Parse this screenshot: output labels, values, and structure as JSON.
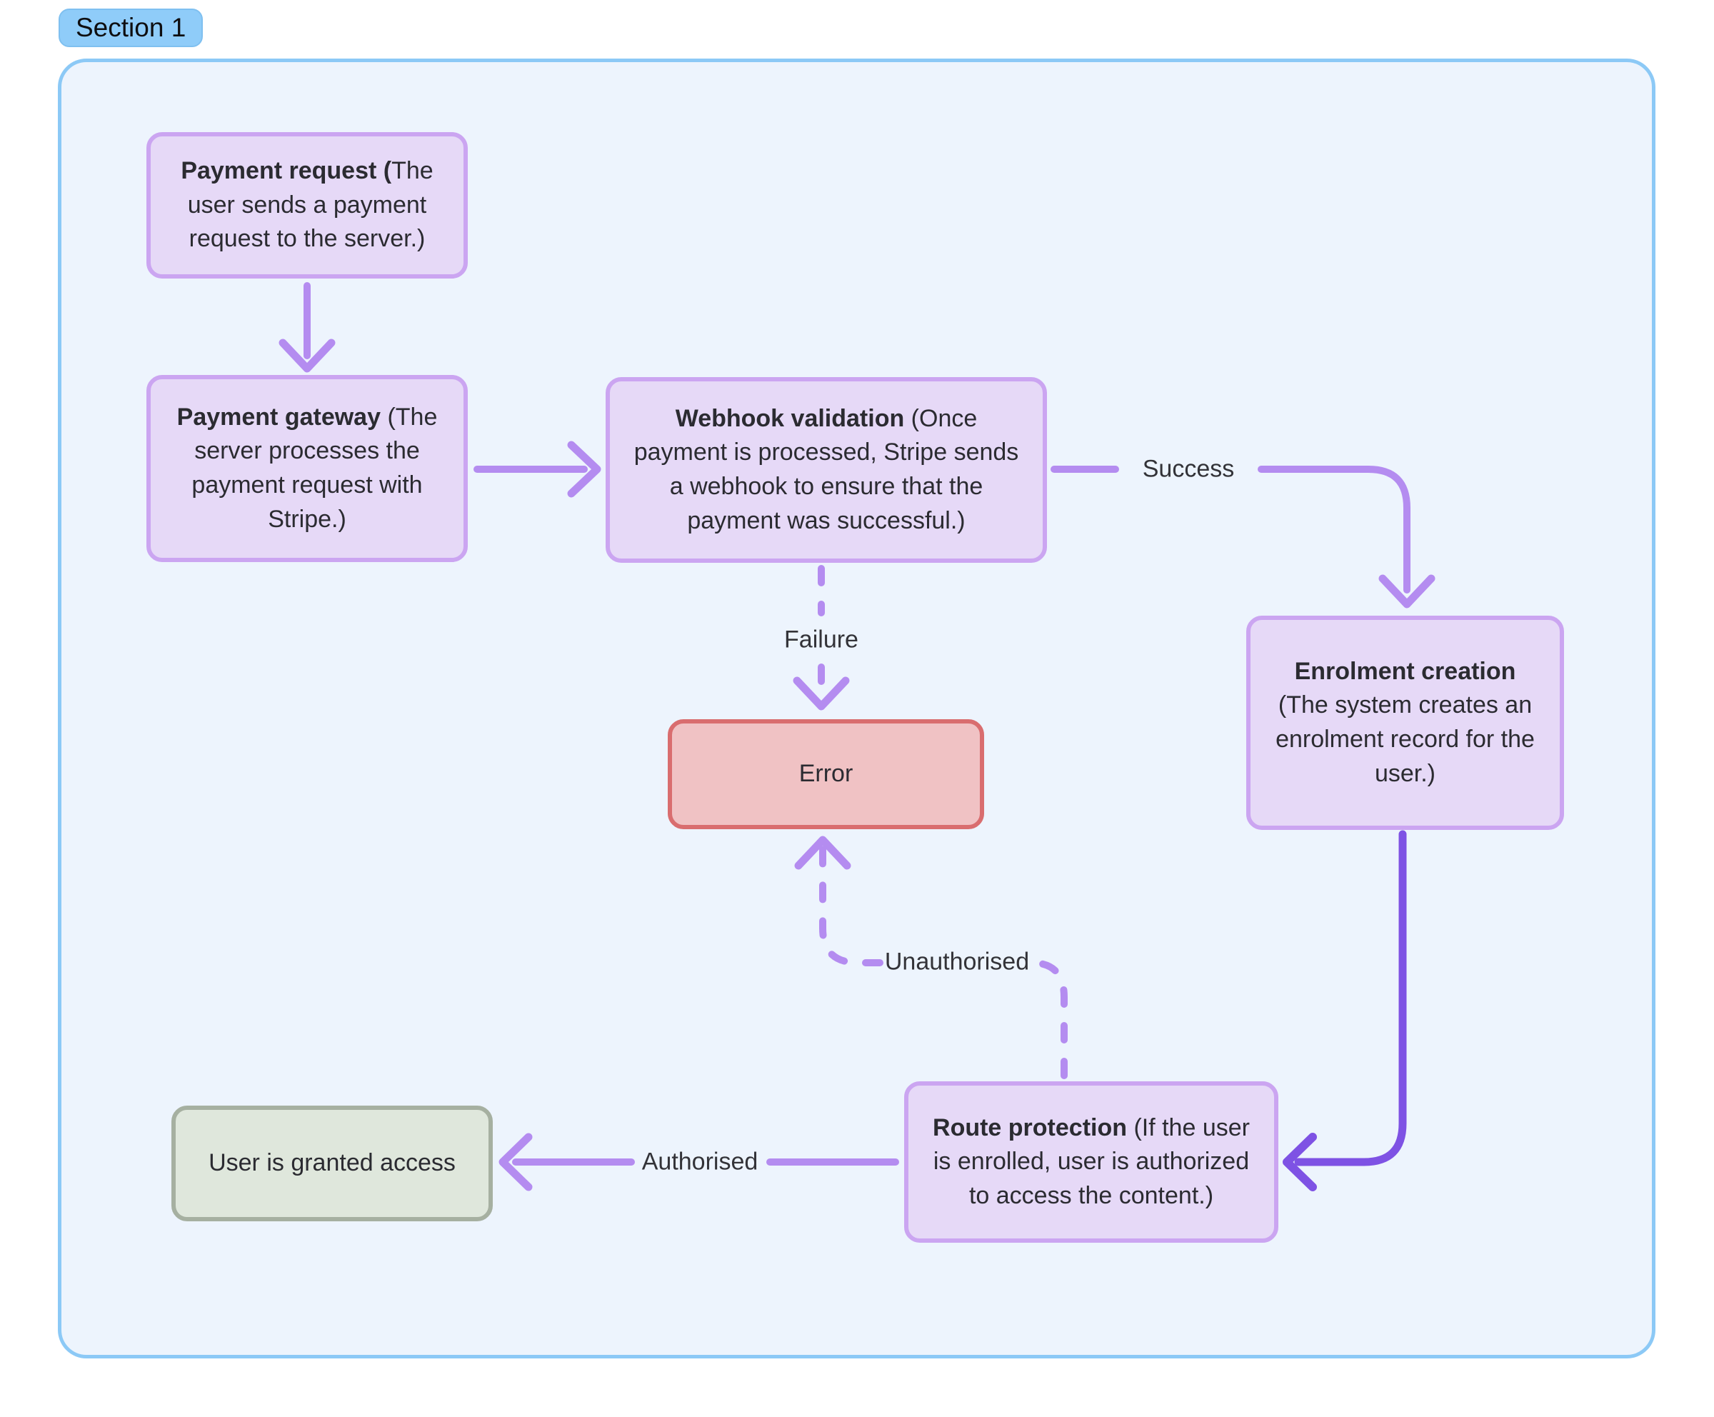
{
  "section": {
    "label": "Section 1"
  },
  "nodes": {
    "payment_request": {
      "bold": "Payment request (",
      "rest": "The user sends a payment request to the server.)"
    },
    "payment_gateway": {
      "bold": "Payment gateway",
      "rest": " (The server processes the payment request with Stripe.)"
    },
    "webhook_validation": {
      "bold": "Webhook validation",
      "rest": " (Once payment is processed, Stripe sends a webhook to ensure that the payment was successful.)"
    },
    "enrolment_creation": {
      "bold": "Enrolment creation",
      "rest": " (The system creates an enrolment record for the user.)"
    },
    "error": {
      "bold": "",
      "rest": "Error"
    },
    "route_protection": {
      "bold": "Route protection",
      "rest": " (If the user is enrolled, user is authorized to access the content.)"
    },
    "user_granted": {
      "bold": "",
      "rest": "User is granted access"
    }
  },
  "edge_labels": {
    "success": "Success",
    "failure": "Failure",
    "unauthorised": "Unauthorised",
    "authorised": "Authorised"
  },
  "colors": {
    "page_bg": "#ffffff",
    "container_bg": "#edf4fd",
    "container_border": "#8cc9f6",
    "badge_bg": "#8fccf9",
    "node_purple_bg": "#e6d9f7",
    "node_purple_border": "#cba5f1",
    "error_bg": "#f0c2c4",
    "error_border": "#d96d6f",
    "terminal_bg": "#dfe7dc",
    "terminal_border": "#a6b0a1",
    "edge_light": "#b48cf0",
    "edge_dark": "#7e52e4",
    "node_text": "#2b2b31"
  }
}
